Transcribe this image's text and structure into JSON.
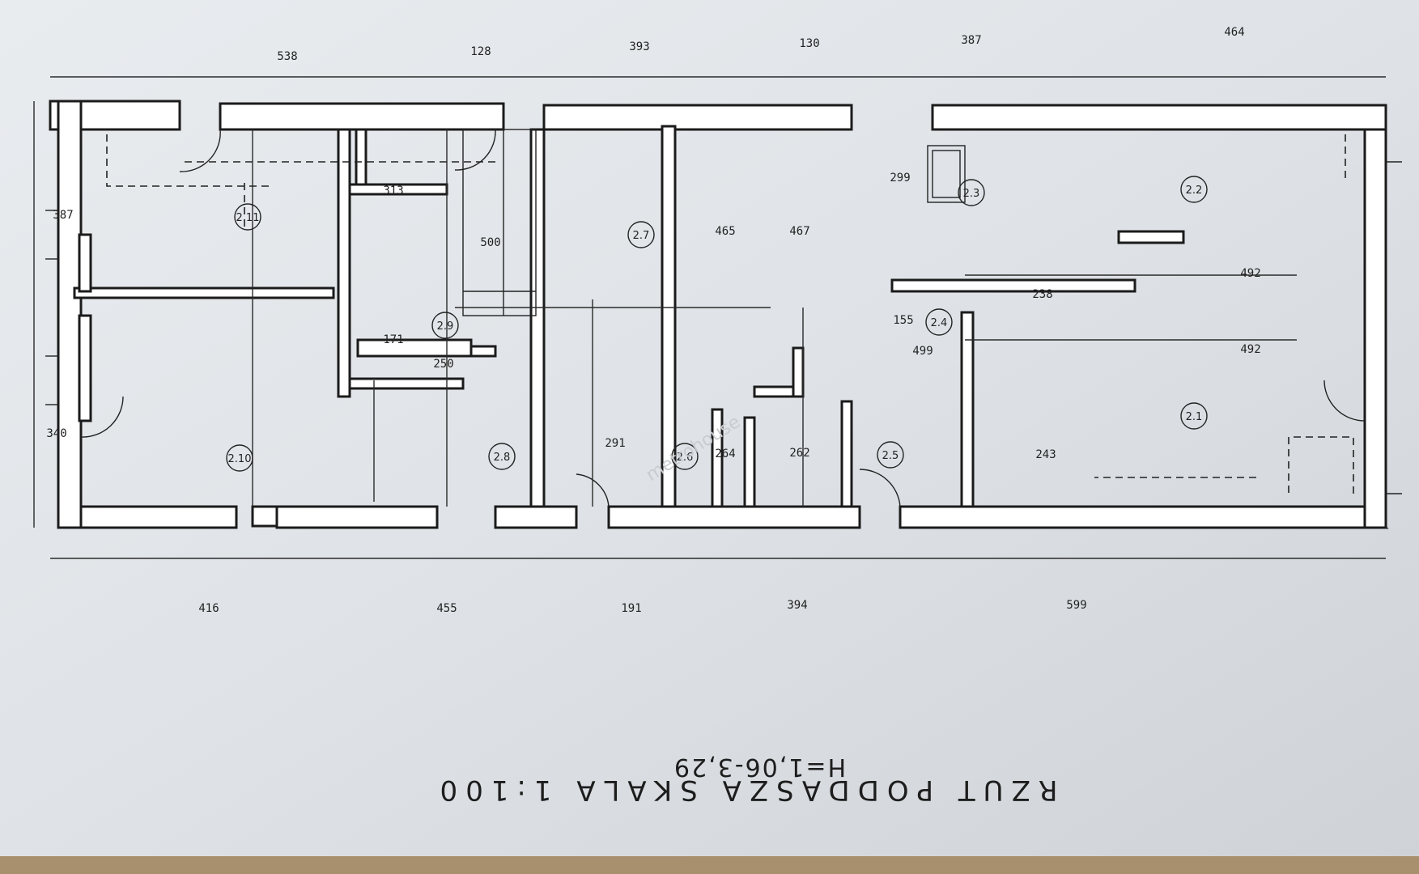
{
  "plan": {
    "title": "RZUT PODDASZA SKALA 1:100",
    "height_note": "H=1,06-3,29",
    "watermark": "metrohouse",
    "rooms": [
      "2.1",
      "2.2",
      "2.3",
      "2.4",
      "2.5",
      "2.6",
      "2.7",
      "2.8",
      "2.9",
      "2.10",
      "2.11"
    ],
    "dims_top": [
      "538",
      "128",
      "393",
      "130",
      "387",
      "464"
    ],
    "dims_bottom": [
      "416",
      "455",
      "191",
      "394",
      "599"
    ],
    "dims_left": [
      "387",
      "340"
    ],
    "dims_interior": [
      "313",
      "171",
      "250",
      "500",
      "465",
      "264",
      "291",
      "467",
      "262",
      "299",
      "155",
      "499",
      "238",
      "243",
      "492",
      "492"
    ]
  }
}
